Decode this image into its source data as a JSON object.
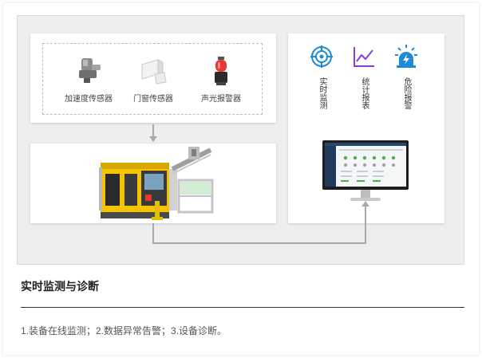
{
  "sensors": [
    {
      "label": "加速度传感器",
      "icon": "acceleration-sensor-icon"
    },
    {
      "label": "门窗传感器",
      "icon": "door-window-sensor-icon"
    },
    {
      "label": "声光报警器",
      "icon": "sound-light-alarm-icon"
    }
  ],
  "features": [
    {
      "label": "实时监测",
      "icon": "radar-target-icon",
      "color": "#1e88d9"
    },
    {
      "label": "统计报表",
      "icon": "line-chart-icon",
      "color": "#8a3fd1"
    },
    {
      "label": "危险报警",
      "icon": "alarm-siren-icon",
      "color": "#1e88d9"
    }
  ],
  "caption": {
    "title": "实时监测与诊断",
    "description": "1.装备在线监测；2.数据异常告警；3.设备诊断。"
  },
  "colors": {
    "accent_blue": "#1e88d9",
    "accent_purple": "#8a3fd1",
    "divider": "#233647",
    "connector": "#a8a8a8",
    "figure_bg": "#eeeeee"
  }
}
